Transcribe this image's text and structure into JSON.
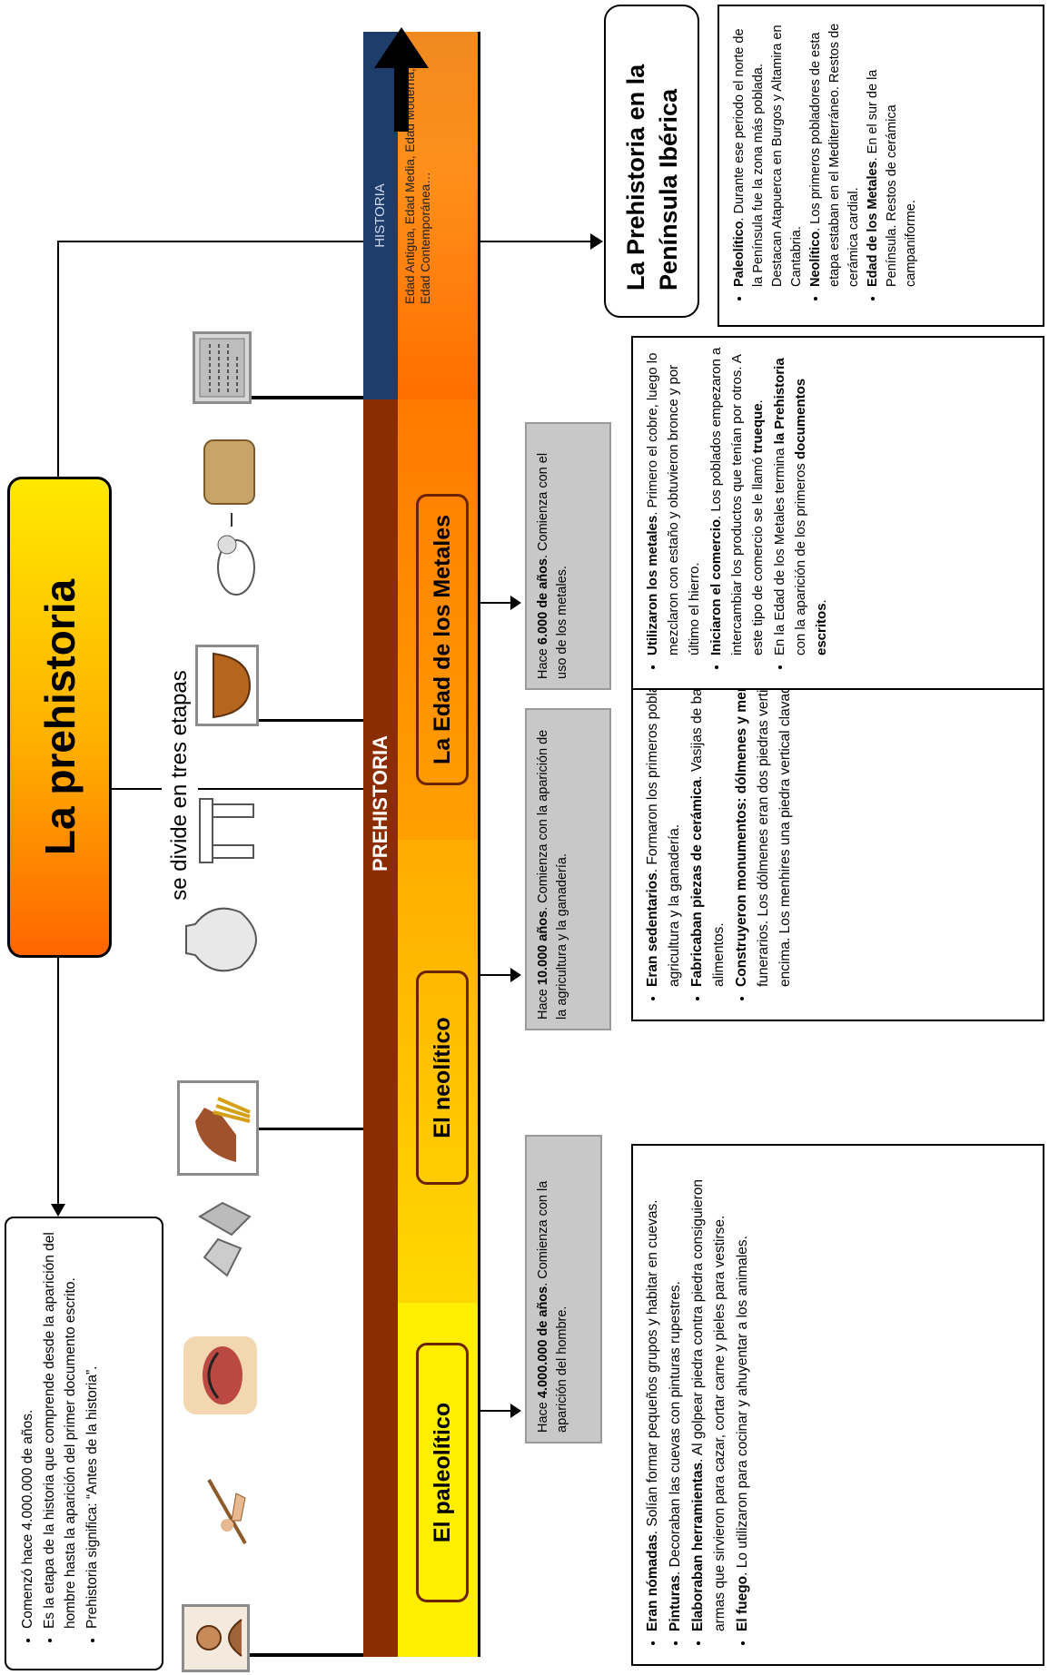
{
  "title": "La prehistoria",
  "divide_label": "se divide en tres etapas",
  "summary": [
    "Comenzó hace 4.000.000 de años.",
    "Es la etapa de la historia que comprende desde la aparición del hombre hasta la aparición del primer documento escrito.",
    "Prehistoria significa: “Antes de la historia”."
  ],
  "bands": {
    "prehistoria": "PREHISTORIA",
    "historia": "HISTORIA"
  },
  "historia_periods": "Edad Antigua, Edad Media, Edad Moderna, Edad Contemporánea…",
  "stages": [
    {
      "name": "El paleolítico",
      "date_bold": "4.000.000 de años",
      "date_pre": "Hace ",
      "date_post": ". Comienza con la aparición del hombre.",
      "items": [
        {
          "b": "Eran nómadas",
          "t": ". Solían formar pequeños grupos y habitar en cuevas."
        },
        {
          "b": "Pinturas",
          "t": ". Decoraban las cuevas con pinturas rupestres."
        },
        {
          "b": "Elaboraban herramientas",
          "t": ". Al golpear piedra contra piedra consiguieron armas que sirvieron para cazar, cortar carne y pieles para vestirse."
        },
        {
          "b": "El fuego",
          "t": ". Lo utilizaron para cocinar y ahuyentar a los animales."
        }
      ]
    },
    {
      "name": "El neolítico",
      "date_bold": "10.000 años",
      "date_pre": "Hace ",
      "date_post": ". Comienza con la aparición de la agricultura y la ganadería.",
      "items": [
        {
          "b": "Eran sedentarios",
          "t": ". Formaron los primeros poblados. Se dedicaban a la agricultura y la ganadería."
        },
        {
          "b": "Fabricaban piezas de cerámica",
          "t": ". Vasijas de barro para cocinar y guardar alimentos."
        },
        {
          "b": "Construyeron monumentos: dólmenes y menhires",
          "t": ". Monumentos funerarios. Los dólmenes eran dos piedras verticales con una horizontal encima. Los menhires una piedra vertical clavada en el suelo."
        }
      ]
    },
    {
      "name": "La Edad de los Metales",
      "date_bold": "6.000 de años",
      "date_pre": "Hace ",
      "date_post": ". Comienza con el uso de los metales.",
      "items": [
        {
          "b": "Utilizaron los metales",
          "t": ". Primero el cobre, luego lo mezclaron con estaño y obtuvieron bronce y por último el hierro."
        },
        {
          "b": "Iniciaron el comercio",
          "t": ". Los poblados empezaron a intercambiar los productos que tenían por otros. A este tipo de comercio se le llamó ",
          "b2": "trueque",
          "t2": "."
        },
        {
          "b": "",
          "t": "En la Edad de los Metales termina ",
          "b2": "la Prehistoria",
          "t2": " con la aparición de los primeros ",
          "b3": "documentos escritos",
          "t3": "."
        }
      ]
    }
  ],
  "peninsula": {
    "title_line1": "La Prehistoria en la",
    "title_line2": "Península Ibérica",
    "items": [
      {
        "b": "Paleolítico",
        "t": ". Durante ese periodo el norte de la Península fue la zona más poblada. Destacan Atapuerca en Burgos y Altamira en Cantabria."
      },
      {
        "b": "Neolítico",
        "t": ". Los primeros pobladores de esta etapa estaban en el Mediterráneo. Restos de cerámica cardial."
      },
      {
        "b": "Edad de los Metales",
        "t": ". En el sur de la Península. Restos de cerámica campaniforme."
      }
    ]
  },
  "colors": {
    "prehistoria_band": "#8b2d00",
    "historia_band": "#1f3d6b",
    "paleolitico": "#ffee00",
    "neolitico": "#ffc000",
    "metales": "#ff8a00",
    "historia": "#ff7000"
  },
  "illustrations": [
    "caveman-icon",
    "hunter-icon",
    "bison-painting-icon",
    "stone-tools-icon",
    "horse-wheat-icon",
    "clay-vessel-icon",
    "dolmen-icon",
    "bowl-icon",
    "sheep-wool-icon",
    "stone-tablet-icon"
  ]
}
